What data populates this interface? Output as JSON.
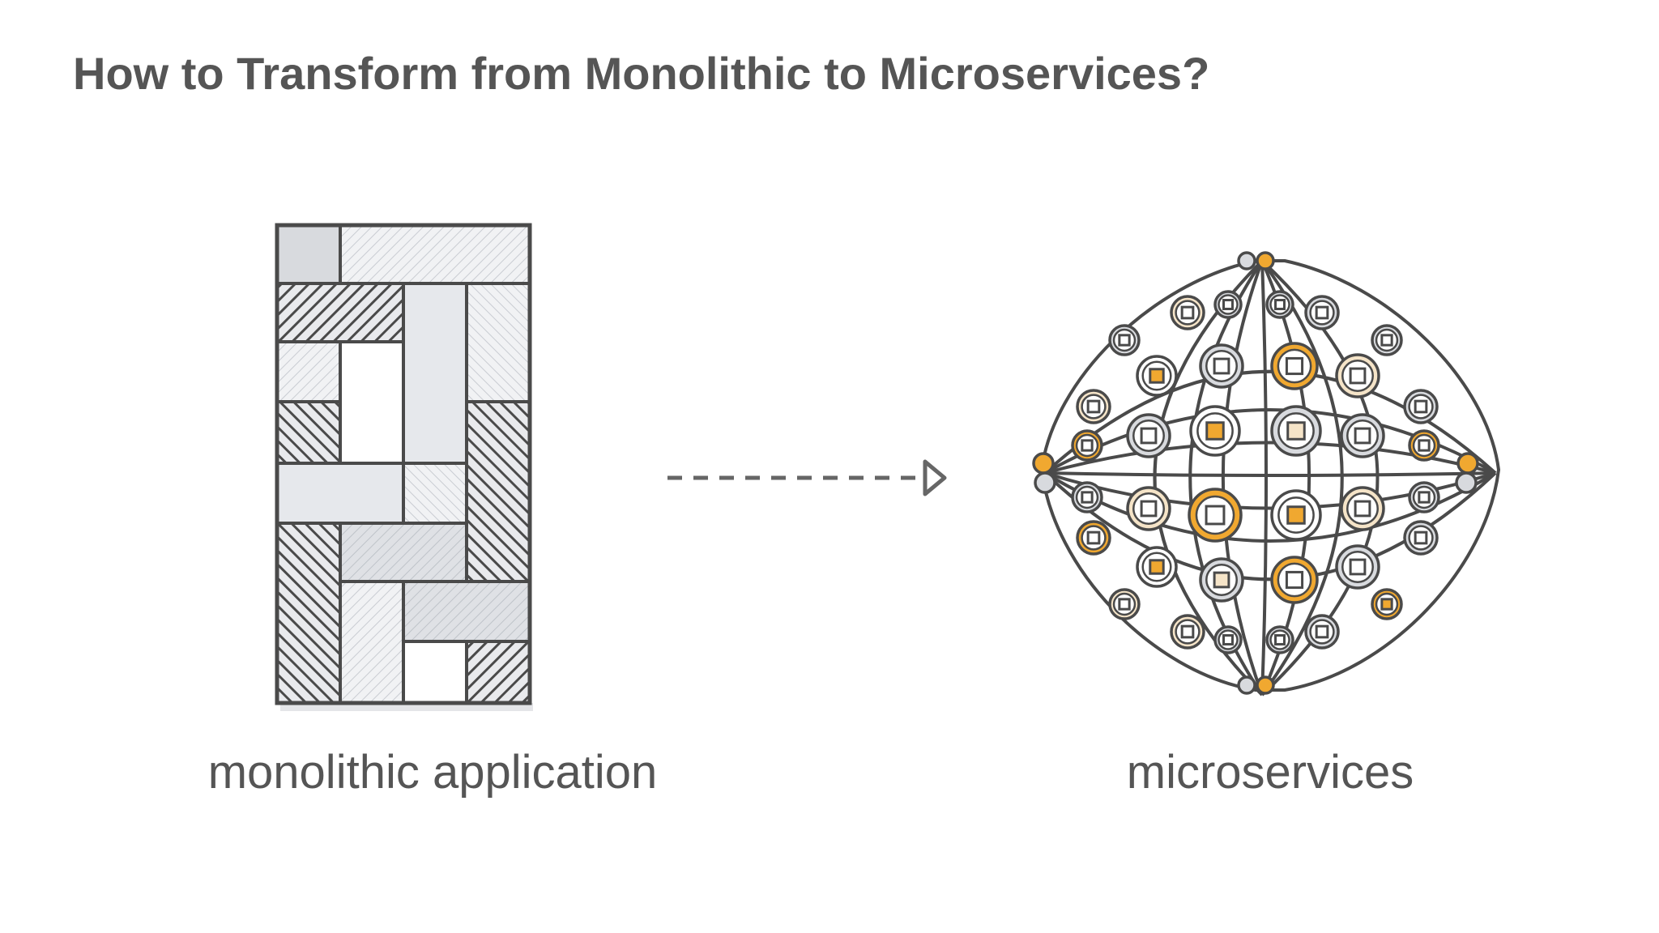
{
  "slide": {
    "title": "How to Transform from Monolithic to Microservices?"
  },
  "diagram": {
    "monolith_label": "monolithic application",
    "micro_label": "microservices"
  },
  "colors": {
    "text": "#555555",
    "stroke": "#4a4a4a",
    "orange": "#f0a830",
    "orange_light": "#f5e4c8",
    "gray_light": "#d8dade",
    "gray_fill": "#e6e8ec"
  }
}
